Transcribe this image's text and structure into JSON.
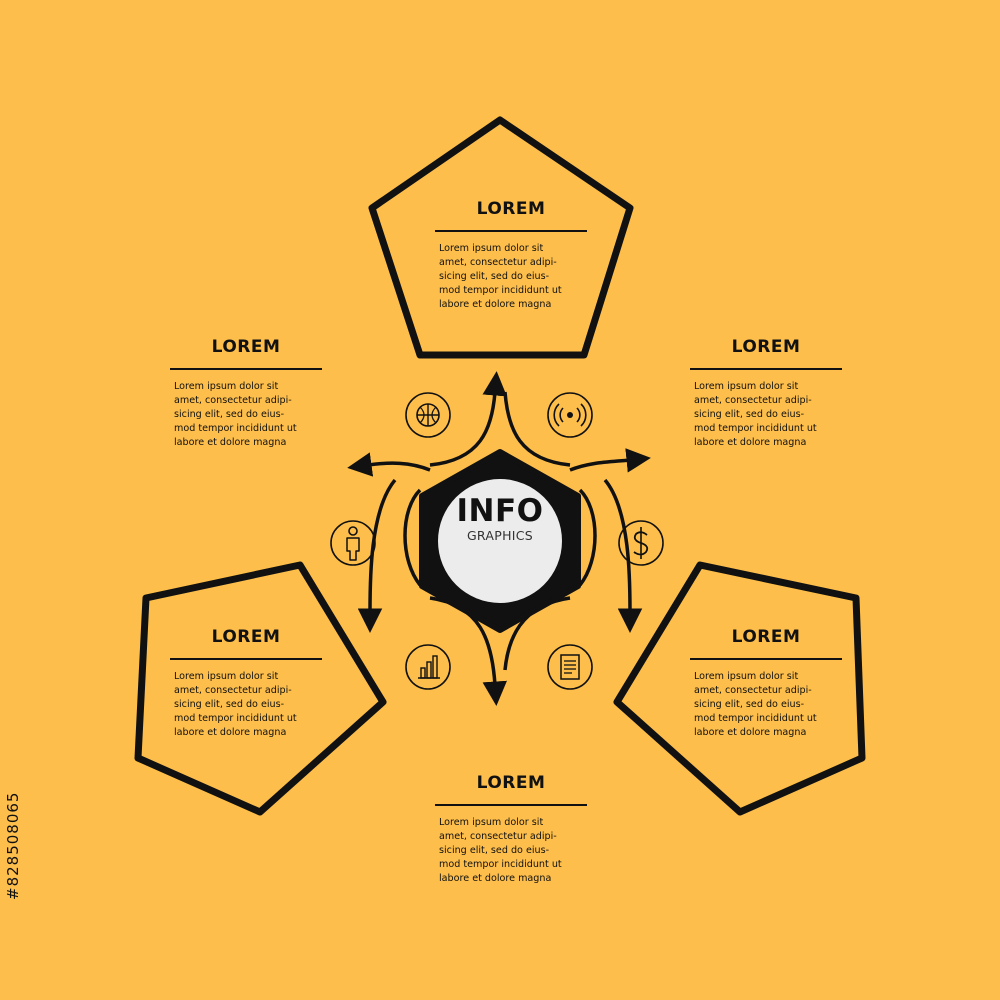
{
  "colors": {
    "background": "#FDBE4B",
    "ink": "#111111",
    "center_fill": "#ECECEC"
  },
  "center": {
    "title": "INFO",
    "subtitle": "GRAPHICS"
  },
  "blocks": [
    {
      "title": "LOREM",
      "body": "Lorem ipsum dolor sit\namet, consectetur adipi-\nsicing elit, sed do eius-\nmod tempor incididunt ut\nlabore et dolore magna"
    },
    {
      "title": "LOREM",
      "body": "Lorem ipsum dolor sit\namet, consectetur adipi-\nsicing elit, sed do eius-\nmod tempor incididunt ut\nlabore et dolore magna"
    },
    {
      "title": "LOREM",
      "body": "Lorem ipsum dolor sit\namet, consectetur adipi-\nsicing elit, sed do eius-\nmod tempor incididunt ut\nlabore et dolore magna"
    },
    {
      "title": "LOREM",
      "body": "Lorem ipsum dolor sit\namet, consectetur adipi-\nsicing elit, sed do eius-\nmod tempor incididunt ut\nlabore et dolore magna"
    },
    {
      "title": "LOREM",
      "body": "Lorem ipsum dolor sit\namet, consectetur adipi-\nsicing elit, sed do eius-\nmod tempor incididunt ut\nlabore et dolore magna"
    },
    {
      "title": "LOREM",
      "body": "Lorem ipsum dolor sit\namet, consectetur adipi-\nsicing elit, sed do eius-\nmod tempor incididunt ut\nlabore et dolore magna"
    }
  ],
  "icons": [
    "basketball-icon",
    "signal-icon",
    "person-icon",
    "dollar-icon",
    "bar-chart-icon",
    "document-icon"
  ],
  "watermark": {
    "stock_id": "#828508065"
  }
}
